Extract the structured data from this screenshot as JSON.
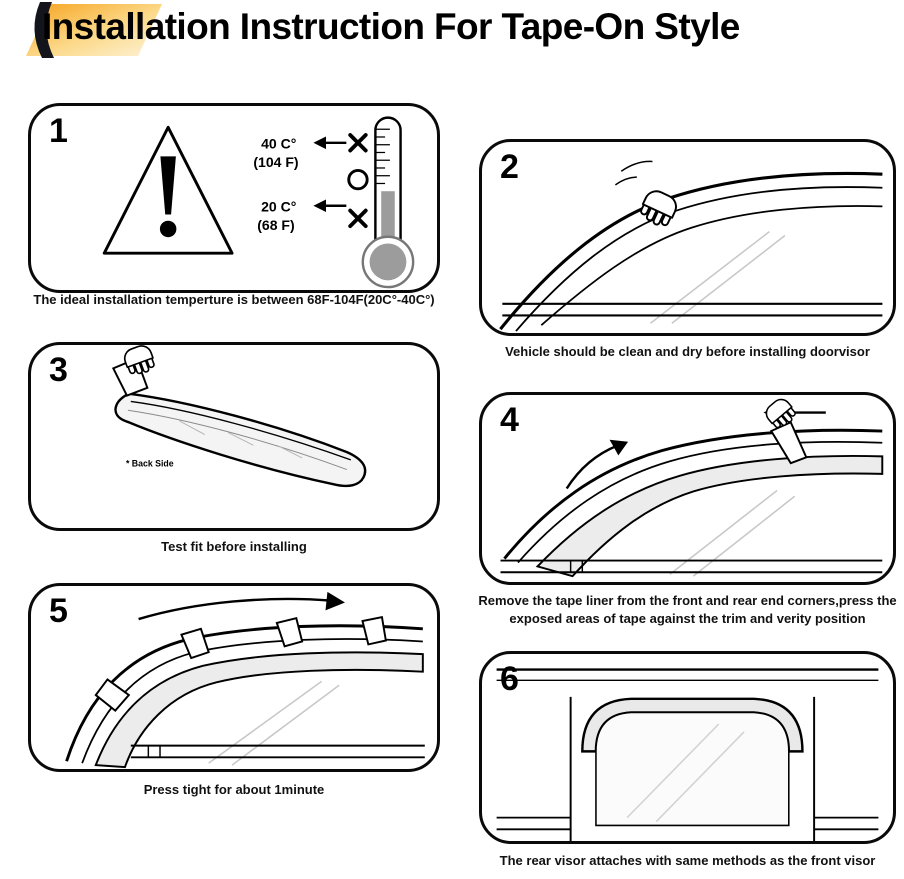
{
  "title": "Installation Instruction For Tape-On Style",
  "header_icon": "visor-ribbon-icon",
  "colors": {
    "accent_gradient_start": "#f6a21d",
    "accent_gradient_mid": "#fcd98a",
    "accent_gradient_end": "#fdf3d9",
    "line": "#000000",
    "panel_border": "#0a0a0a",
    "thermometer_fill": "#9c9c9c"
  },
  "icons": {
    "logo": "visor-ribbon-icon",
    "warning": "warning-triangle-icon",
    "thermometer": "thermometer-icon",
    "hand": "hand-icon",
    "cross": "✕",
    "ok_circle": "○",
    "arrow": "→"
  },
  "steps": [
    {
      "number": "1",
      "caption": "The ideal installation temperture is between 68F-104F(20C°-40C°)",
      "temps": {
        "high_c": "40 C°",
        "high_f": "(104 F)",
        "low_c": "20 C°",
        "low_f": "(68 F)"
      }
    },
    {
      "number": "2",
      "caption": "Vehicle should be clean and dry before installing doorvisor"
    },
    {
      "number": "3",
      "caption": "Test fit before installing",
      "note": "* Back Side"
    },
    {
      "number": "4",
      "caption": "Remove the tape liner from the front and rear end corners,press the exposed areas of tape against the trim and verity position"
    },
    {
      "number": "5",
      "caption": "Press tight for about 1minute"
    },
    {
      "number": "6",
      "caption": "The rear visor attaches with same methods as the front visor"
    }
  ]
}
